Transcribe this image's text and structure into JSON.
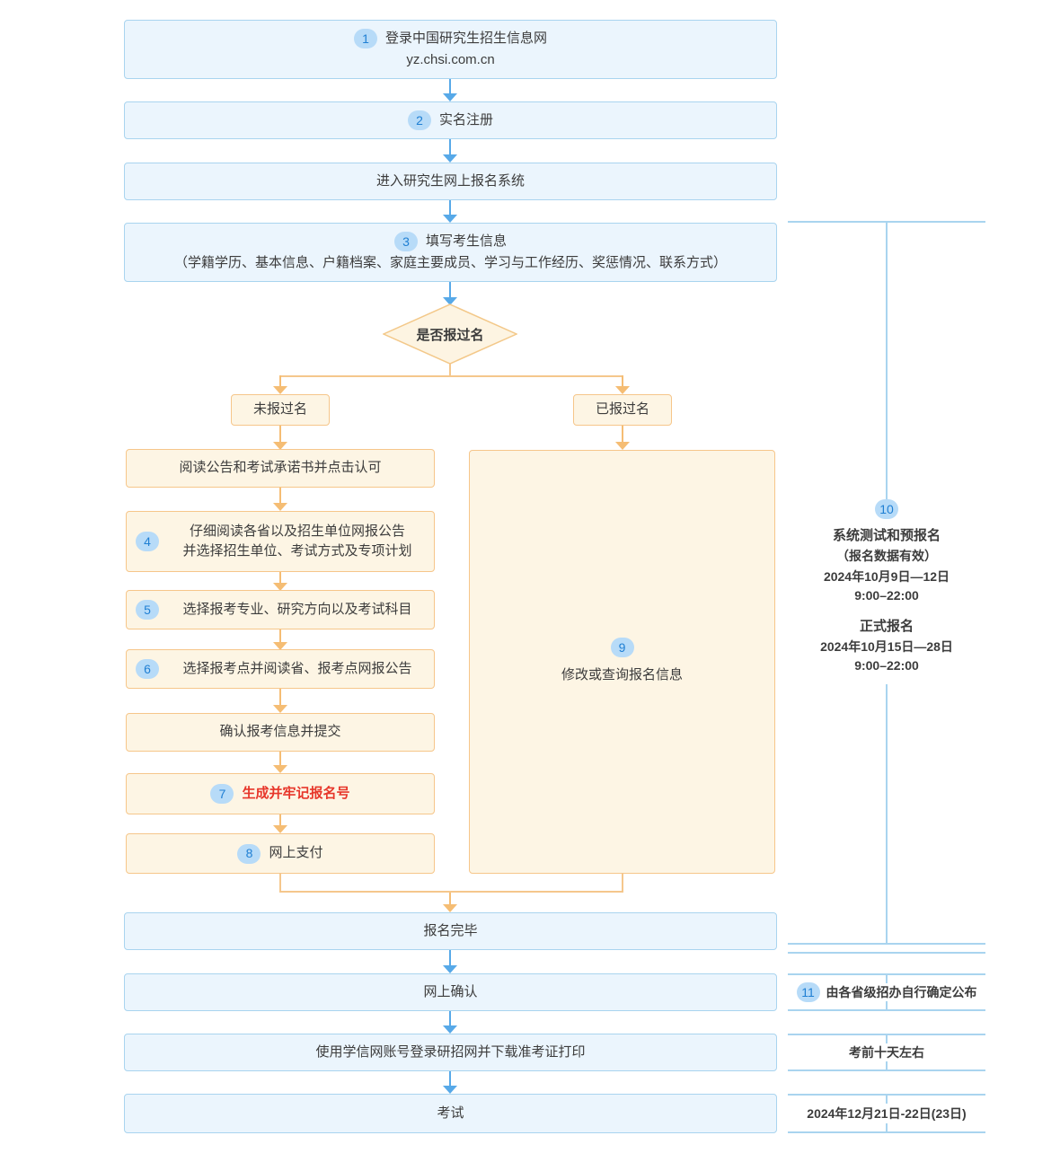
{
  "flow": {
    "step1": {
      "num": "1",
      "title": "登录中国研究生招生信息网",
      "url": "yz.chsi.com.cn"
    },
    "step2": {
      "num": "2",
      "label": "实名注册"
    },
    "enter_system": {
      "label": "进入研究生网上报名系统"
    },
    "step3": {
      "num": "3",
      "title": "填写考生信息",
      "detail": "（学籍学历、基本信息、户籍档案、家庭主要成员、学习与工作经历、奖惩情况、联系方式）"
    },
    "decision": {
      "label": "是否报过名"
    },
    "branch_no": {
      "label": "未报过名"
    },
    "branch_yes": {
      "label": "已报过名"
    },
    "read_notice": {
      "label": "阅读公告和考试承诺书并点击认可"
    },
    "step4": {
      "num": "4",
      "line1": "仔细阅读各省以及招生单位网报公告",
      "line2": "并选择招生单位、考试方式及专项计划"
    },
    "step5": {
      "num": "5",
      "label": "选择报考专业、研究方向以及考试科目"
    },
    "step6": {
      "num": "6",
      "label": "选择报考点并阅读省、报考点网报公告"
    },
    "confirm_submit": {
      "label": "确认报考信息并提交"
    },
    "step7": {
      "num": "7",
      "label": "生成并牢记报名号"
    },
    "step8": {
      "num": "8",
      "label": "网上支付"
    },
    "step9": {
      "num": "9",
      "label": "修改或查询报名信息"
    },
    "complete": {
      "label": "报名完毕"
    },
    "online_confirm": {
      "label": "网上确认"
    },
    "download_ticket": {
      "label": "使用学信网账号登录研招网并下载准考证打印"
    },
    "exam": {
      "label": "考试"
    }
  },
  "sidebar": {
    "step10": {
      "num": "10",
      "title1": "系统测试和预报名",
      "note": "（报名数据有效）",
      "date1": "2024年10月9日—12日",
      "time1": "9:00–22:00",
      "title2": "正式报名",
      "date2": "2024年10月15日—28日",
      "time2": "9:00–22:00"
    },
    "step11": {
      "num": "11",
      "label": "由各省级招办自行确定公布"
    },
    "ticket_time": {
      "label": "考前十天左右"
    },
    "exam_date": {
      "label": "2024年12月21日-22日(23日)"
    }
  },
  "colors": {
    "blue_box_fill": "#EBF5FD",
    "blue_box_border": "#A9D4EF",
    "orange_box_fill": "#FDF5E4",
    "orange_box_border": "#F6C68A",
    "blue_arrow": "#57A9E8",
    "orange_arrow": "#F5BD74",
    "number_badge_bg": "#B7DBF8",
    "number_badge_text": "#1F7FD3",
    "highlight_red": "#E7362A"
  }
}
